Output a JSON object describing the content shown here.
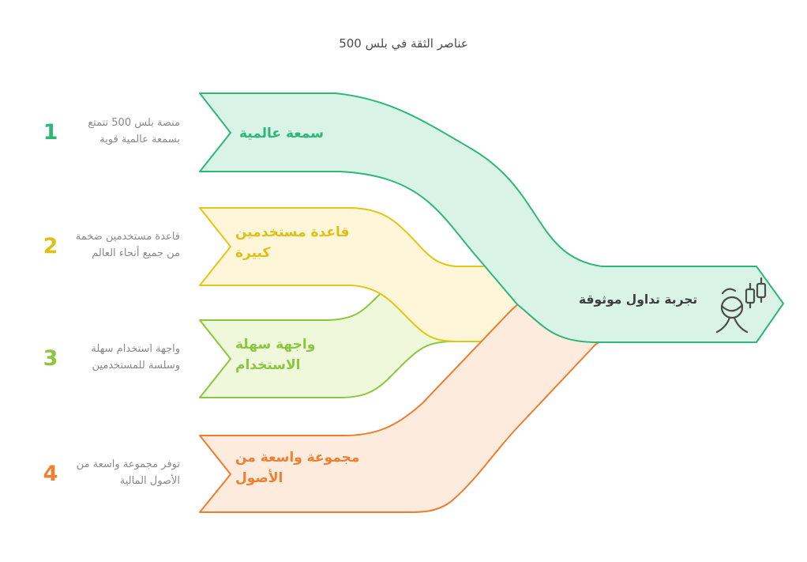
{
  "title": "عناصر الثقة في بلس 500",
  "title_color": "#4d4d4d",
  "background": "#ffffff",
  "description_color": "#8a8a8a",
  "items": [
    {
      "number": "1",
      "label": "سمعة عالمية",
      "description": "منصة بلس 500 تتمتع بسمعة عالمية قوية",
      "color": "#2eb878",
      "fill": "#d9f4e7",
      "stroke": "#2eb878"
    },
    {
      "number": "2",
      "label": "قاعدة مستخدمين كبيرة",
      "description": "قاعدة مستخدمين ضخمة من جميع أنحاء العالم",
      "color": "#dfc019",
      "fill": "#fdf6d8",
      "stroke": "#e4c614"
    },
    {
      "number": "3",
      "label": "واجهة سهلة الاستخدام",
      "description": "واجهة استخدام سهلة وسلسة للمستخدمين",
      "color": "#8cc63f",
      "fill": "#eff8da",
      "stroke": "#8cc63f"
    },
    {
      "number": "4",
      "label": "مجموعة واسعة من الأصول",
      "description": "توفر مجموعة واسعة من الأصول المالية",
      "color": "#ee8033",
      "fill": "#fdecdd",
      "stroke": "#ee7c2f"
    }
  ],
  "result": {
    "label": "تجربة تداول موثوقة",
    "label_color": "#3d3d3d",
    "fill": "#d9f4e7",
    "stroke": "#2eb878",
    "icon": "trader-with-candlesticks",
    "icon_color": "#4c4c4c"
  }
}
